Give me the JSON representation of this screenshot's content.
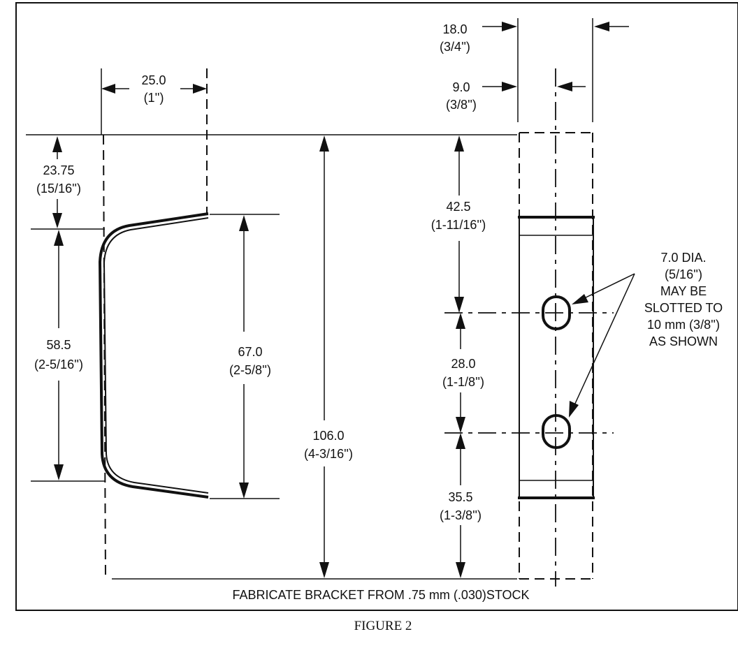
{
  "figure": {
    "caption": "FIGURE 2",
    "note": "FABRICATE BRACKET FROM .75 mm (.030)STOCK"
  },
  "dimensions": {
    "width_25": {
      "mm": "25.0",
      "inch": "(1'')"
    },
    "top_23_75": {
      "mm": "23.75",
      "inch": "(15/16'')"
    },
    "inner_58_5": {
      "mm": "58.5",
      "inch": "(2-5/16'')"
    },
    "height_67": {
      "mm": "67.0",
      "inch": "(2-5/8'')"
    },
    "overall_106": {
      "mm": "106.0",
      "inch": "(4-3/16'')"
    },
    "top_42_5": {
      "mm": "42.5",
      "inch": "(1-11/16'')"
    },
    "spacing_28": {
      "mm": "28.0",
      "inch": "(1-1/8'')"
    },
    "bottom_35_5": {
      "mm": "35.5",
      "inch": "(1-3/8'')"
    },
    "width_18": {
      "mm": "18.0",
      "inch": "(3/4'')"
    },
    "center_9": {
      "mm": "9.0",
      "inch": "(3/8'')"
    }
  },
  "hole_note": {
    "lines": [
      "7.0 DIA.",
      "(5/16'')",
      "MAY BE",
      "SLOTTED TO",
      "10 mm (3/8'')",
      "AS SHOWN"
    ]
  }
}
